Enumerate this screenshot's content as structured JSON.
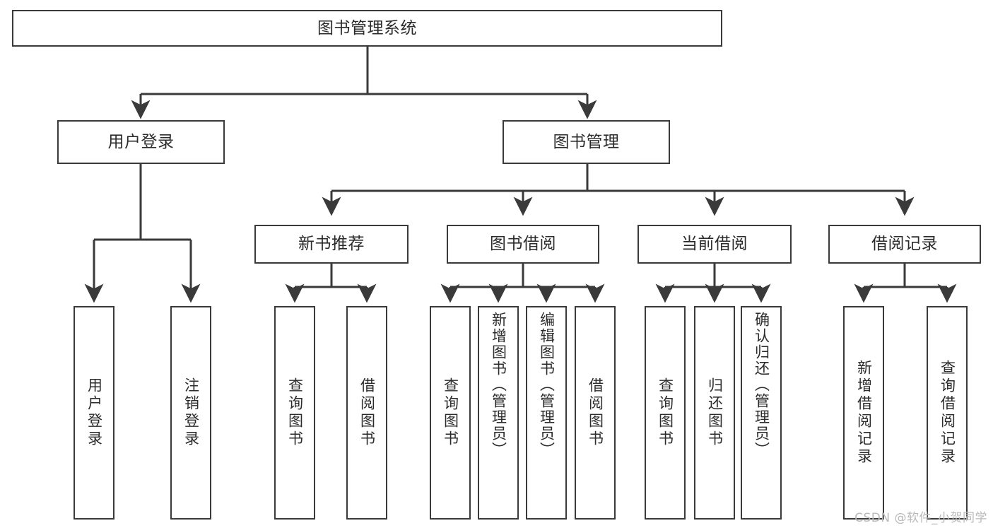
{
  "diagram": {
    "title": "图书管理系统",
    "watermark": "CSDN @软件_小贺同学",
    "root": {
      "label": "图书管理系统"
    },
    "level2": [
      {
        "label": "用户登录"
      },
      {
        "label": "图书管理"
      }
    ],
    "level3": [
      {
        "label": "新书推荐"
      },
      {
        "label": "图书借阅"
      },
      {
        "label": "当前借阅"
      },
      {
        "label": "借阅记录"
      }
    ],
    "leaves": {
      "user_login": [
        {
          "label": "用户登录"
        },
        {
          "label": "注销登录"
        }
      ],
      "new_book": [
        {
          "label": "查询图书"
        },
        {
          "label": "借阅图书"
        }
      ],
      "book_borrow": [
        {
          "label": "查询图书"
        },
        {
          "label": "新增图书（管理员）"
        },
        {
          "label": "编辑图书（管理员）"
        },
        {
          "label": "借阅图书"
        }
      ],
      "current_borrow": [
        {
          "label": "查询图书"
        },
        {
          "label": "归还图书"
        },
        {
          "label": "确认归还（管理员）"
        }
      ],
      "borrow_record": [
        {
          "label": "新增借阅记录"
        },
        {
          "label": "查询借阅记录"
        }
      ]
    }
  },
  "colors": {
    "stroke": "#3a3a3a",
    "text": "#2b2b2b",
    "background": "#ffffff",
    "watermark": "#b9b9b9"
  }
}
